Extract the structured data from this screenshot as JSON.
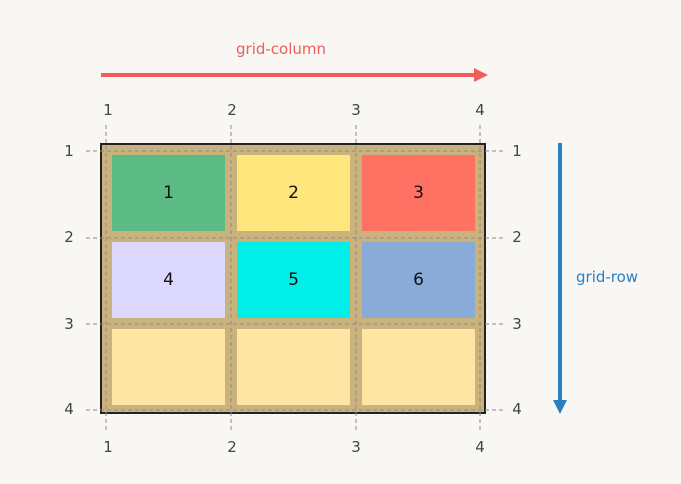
{
  "diagram": {
    "column_axis_label": "grid-column",
    "row_axis_label": "grid-row",
    "column_lines": [
      "1",
      "2",
      "3",
      "4"
    ],
    "row_lines": [
      "1",
      "2",
      "3",
      "4"
    ],
    "items": [
      {
        "label": "1",
        "color": "#5cbb85"
      },
      {
        "label": "2",
        "color": "#ffe67c"
      },
      {
        "label": "3",
        "color": "#ff7162"
      },
      {
        "label": "4",
        "color": "#ddd8ff"
      },
      {
        "label": "5",
        "color": "#00efe8"
      },
      {
        "label": "6",
        "color": "#8aaad8"
      },
      {
        "label": "",
        "color": "#ffe5a3"
      },
      {
        "label": "",
        "color": "#ffe5a3"
      },
      {
        "label": "",
        "color": "#ffe5a3"
      }
    ],
    "colors": {
      "column_arrow": "#ef5d5d",
      "row_arrow": "#2a7fc2",
      "grid_background": "#c9b27c"
    }
  }
}
